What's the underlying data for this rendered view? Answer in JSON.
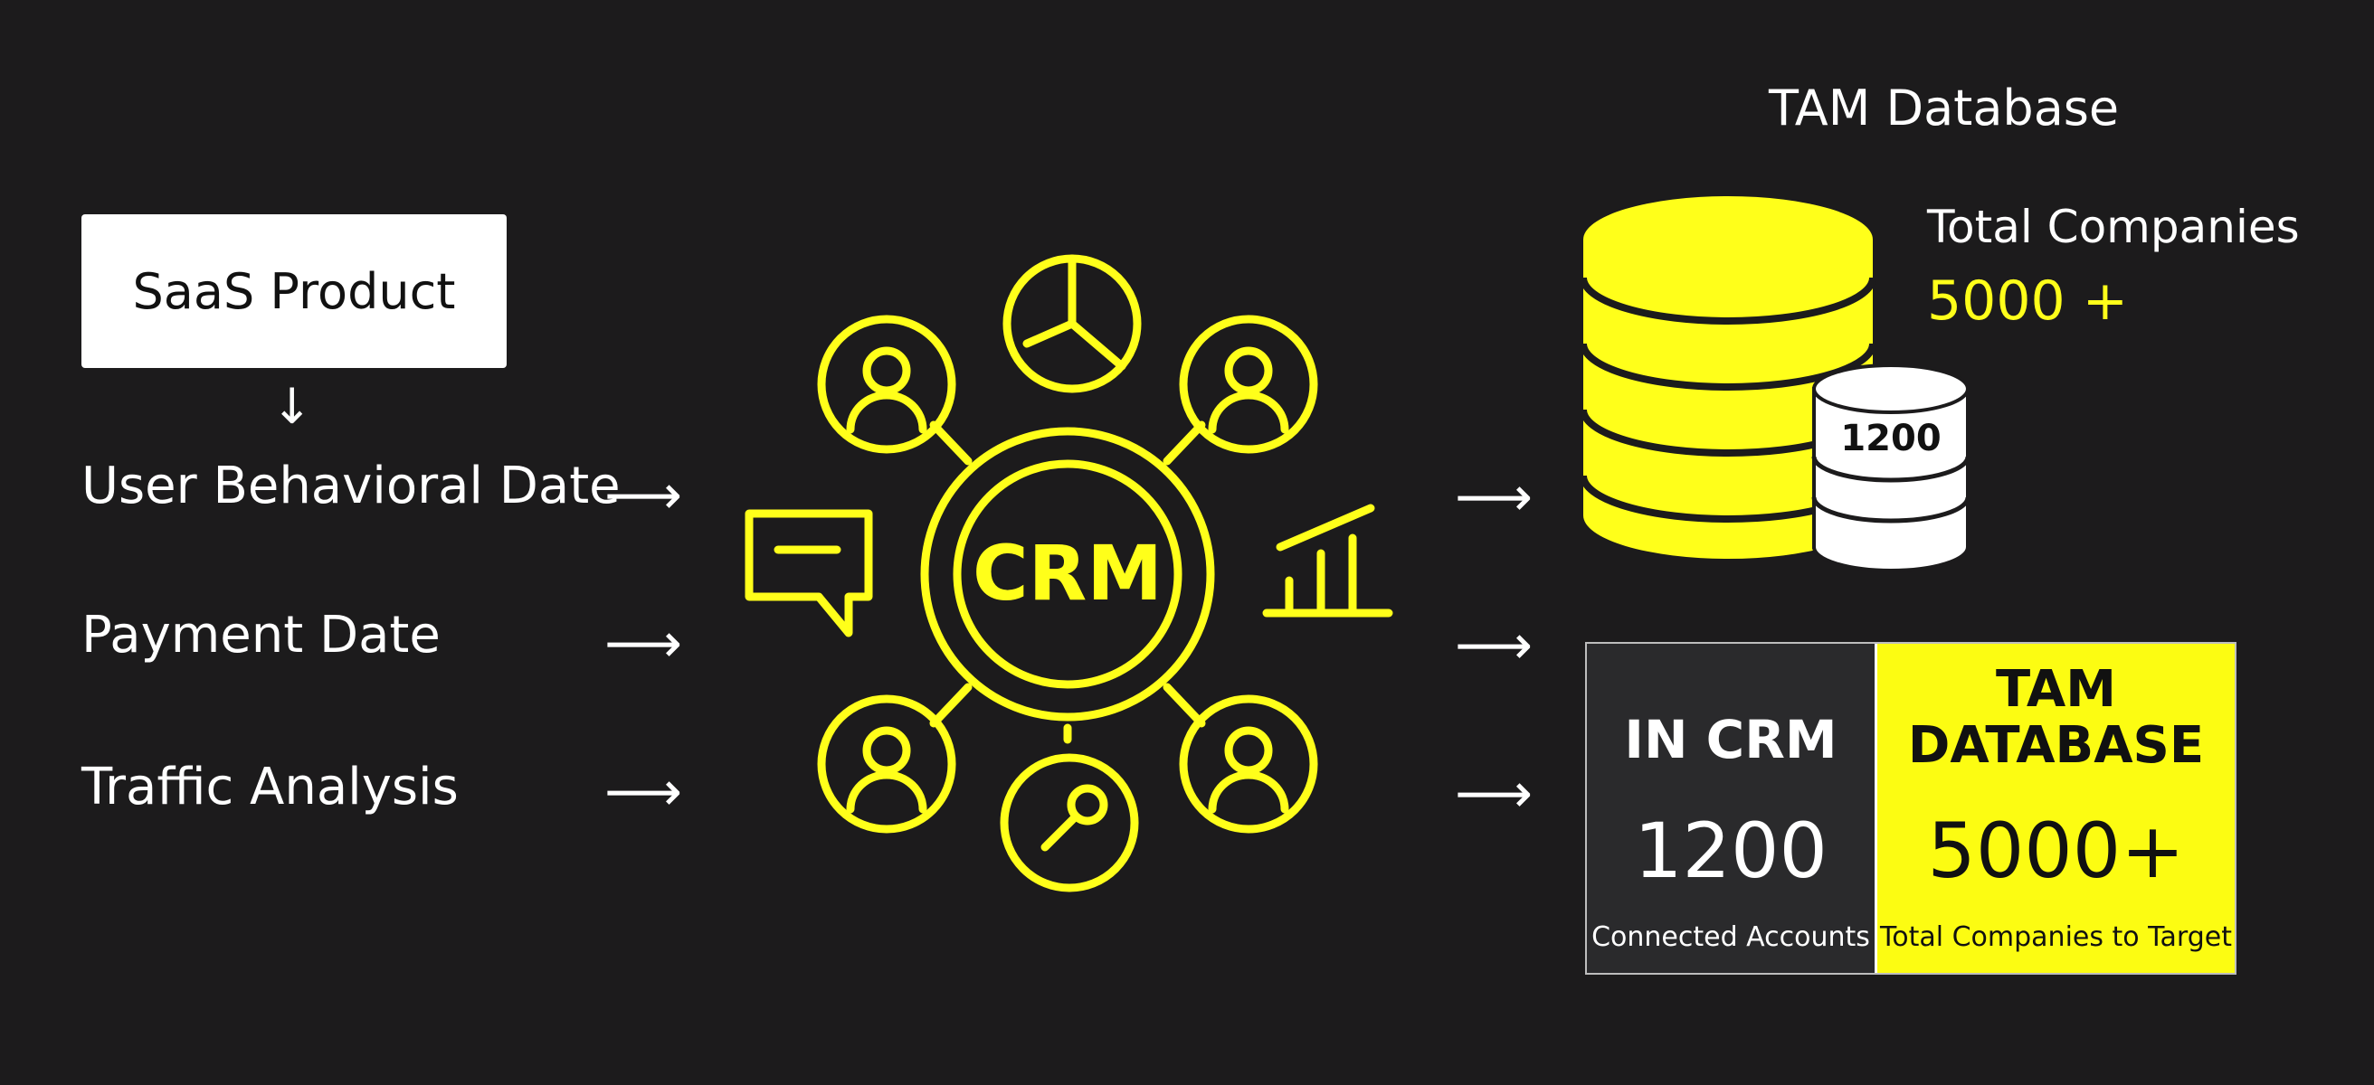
{
  "source": {
    "label": "SaaS Product",
    "down_arrow": "↓"
  },
  "inputs": [
    {
      "label": "User Behavioral Date",
      "arrow": "⟶"
    },
    {
      "label": "Payment Date",
      "arrow": "⟶"
    },
    {
      "label": "Traffic Analysis",
      "arrow": "⟶"
    }
  ],
  "hub": {
    "label": "CRM",
    "color": "#ffff1a"
  },
  "output_arrows": [
    "⟶",
    "⟶",
    "⟶"
  ],
  "tam_database": {
    "title": "TAM Database",
    "total_label": "Total Companies",
    "total_value": "5000 +",
    "subset_value": "1200",
    "accent": "#ffff1a"
  },
  "summary": {
    "in_crm": {
      "heading": "IN CRM",
      "value": "1200",
      "caption": "Connected Accounts"
    },
    "tam": {
      "heading_line1": "TAM",
      "heading_line2": "DATABASE",
      "value": "5000+",
      "caption": "Total Companies to Target"
    }
  },
  "colors": {
    "background": "#1c1b1c",
    "accent_yellow": "#fcfc12",
    "text": "#ffffff",
    "dark_panel": "#2a2a2c"
  }
}
